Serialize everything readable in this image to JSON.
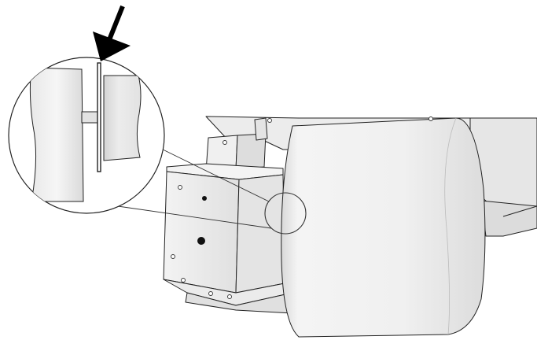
{
  "figure": {
    "kind": "technical-illustration",
    "subject": "roll-holder-mechanism",
    "callouts": {
      "arrow": "arrow-icon",
      "magnifier": "magnifier-circle",
      "focus_ring": "focus-ring"
    },
    "colors": {
      "outline": "#222222",
      "arrow": "#000000",
      "panel_light": "#f2f2f2",
      "panel_mid": "#e2e2e2",
      "panel_dark": "#cfcfcf",
      "roll_body": "#ededed",
      "hole": "#111111"
    }
  }
}
